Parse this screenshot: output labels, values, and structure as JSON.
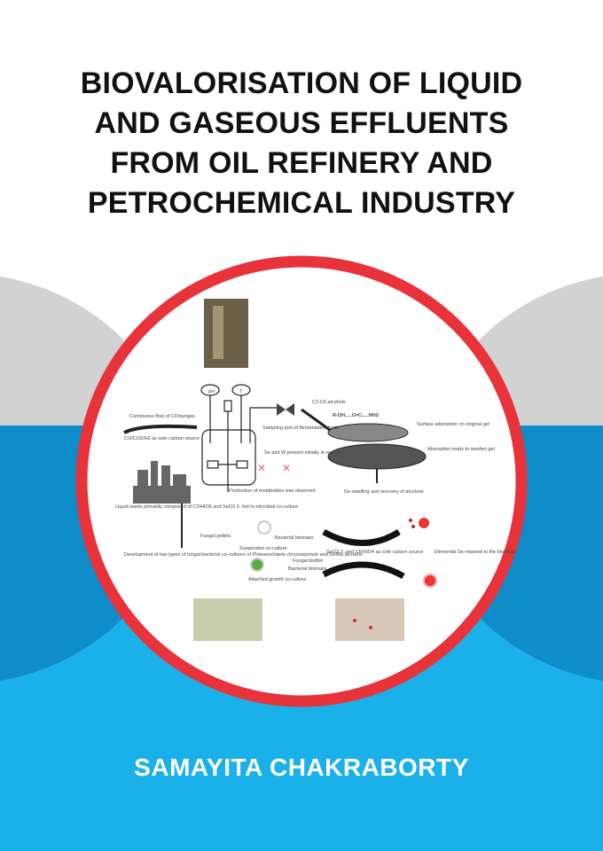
{
  "book": {
    "title_lines": [
      "BIOVALORISATION OF LIQUID",
      "AND GASEOUS EFFLUENTS",
      "FROM OIL REFINERY AND",
      "PETROCHEMICAL INDUSTRY"
    ],
    "author": "SAMAYITA CHAKRABORTY"
  },
  "diagram": {
    "labels": {
      "continuous_flow": "Continuous flow of CO/syngas",
      "co_source": "CO/CO2/H2 as sole carbon source",
      "sampling": "Sampling port of fermentation broth",
      "alcohols": "C2-C6 alcohols",
      "formula": "R-OH.....O=C.....NH2",
      "surface_adsorption": "Surface adsorption on original gel",
      "absorption": "Absorption leads to swollen gel",
      "de_swelling": "De-swelling and recovery of alcohols",
      "se_w": "Se and W present initially in reactor",
      "metabolites": "Production of metabolites was observed",
      "liquid_waste": "Liquid waste primarily composed of C2H4O6 and SeO3 2- fed to microbial co-culture",
      "fungal_pellets": "Fungal pellets",
      "bacterial_biomass": "Bacterial biomass",
      "suspended": "Suspended co-culture",
      "sole_carbon": "SeO3 2- and C6H6O4 as sole carbon source",
      "elemental_se": "Elemental Se retained in the biomass",
      "development": "Development of two types of fungal-bacterial co-cultures of Phanerochaete chrysosporium and Delftia lacustris",
      "fungal_biofilm": "Fungal biofilm",
      "bacterial_biomass_2": "Bacterial biomass",
      "attached": "Attached growth co-culture",
      "ph": "pH",
      "temp": "T"
    }
  },
  "colors": {
    "ring_red": "#e8333a",
    "gray_band": "#d2d2d2",
    "dark_blue": "#0e8dc9",
    "light_blue": "#1ab0ea"
  }
}
